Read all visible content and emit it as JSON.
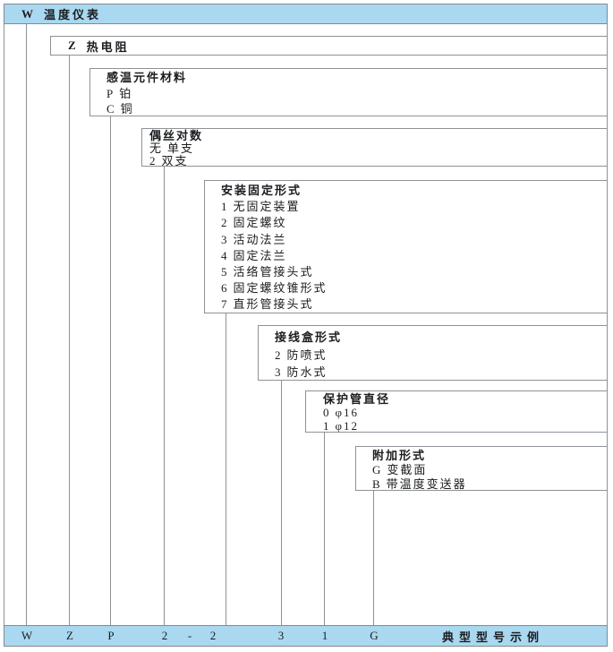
{
  "colors": {
    "bar_fill": "#a9d8f0",
    "border_gray": "#85898d",
    "line_gray": "#8e9296",
    "text_color": "#1b1c1e"
  },
  "top_bar": {
    "code": "W",
    "label": "温度仪表"
  },
  "level2": {
    "code": "Z",
    "label": "热电阻"
  },
  "boxes": [
    {
      "title": "感温元件材料",
      "items": [
        {
          "code": "P",
          "label": "铂"
        },
        {
          "code": "C",
          "label": "铜"
        }
      ]
    },
    {
      "title": "偶丝对数",
      "items": [
        {
          "code": "无",
          "label": "单支"
        },
        {
          "code": "2",
          "label": "双支"
        }
      ]
    },
    {
      "title": "安装固定形式",
      "items": [
        {
          "code": "1",
          "label": "无固定装置"
        },
        {
          "code": "2",
          "label": "固定螺纹"
        },
        {
          "code": "3",
          "label": "活动法兰"
        },
        {
          "code": "4",
          "label": "固定法兰"
        },
        {
          "code": "5",
          "label": "活络管接头式"
        },
        {
          "code": "6",
          "label": "固定螺纹锥形式"
        },
        {
          "code": "7",
          "label": "直形管接头式"
        }
      ]
    },
    {
      "title": "接线盒形式",
      "items": [
        {
          "code": "2",
          "label": "防喷式"
        },
        {
          "code": "3",
          "label": "防水式"
        }
      ]
    },
    {
      "title": "保护管直径",
      "items": [
        {
          "code": "0",
          "label": "φ16"
        },
        {
          "code": "1",
          "label": "φ12"
        }
      ]
    },
    {
      "title": "附加形式",
      "items": [
        {
          "code": "G",
          "label": "变截面"
        },
        {
          "code": "B",
          "label": "带温度变送器"
        }
      ]
    }
  ],
  "bottom_bar": {
    "codes": [
      "W",
      "Z",
      "P",
      "2",
      "-",
      "2",
      "3",
      "1",
      "G"
    ],
    "caption": "典型型号示例"
  }
}
